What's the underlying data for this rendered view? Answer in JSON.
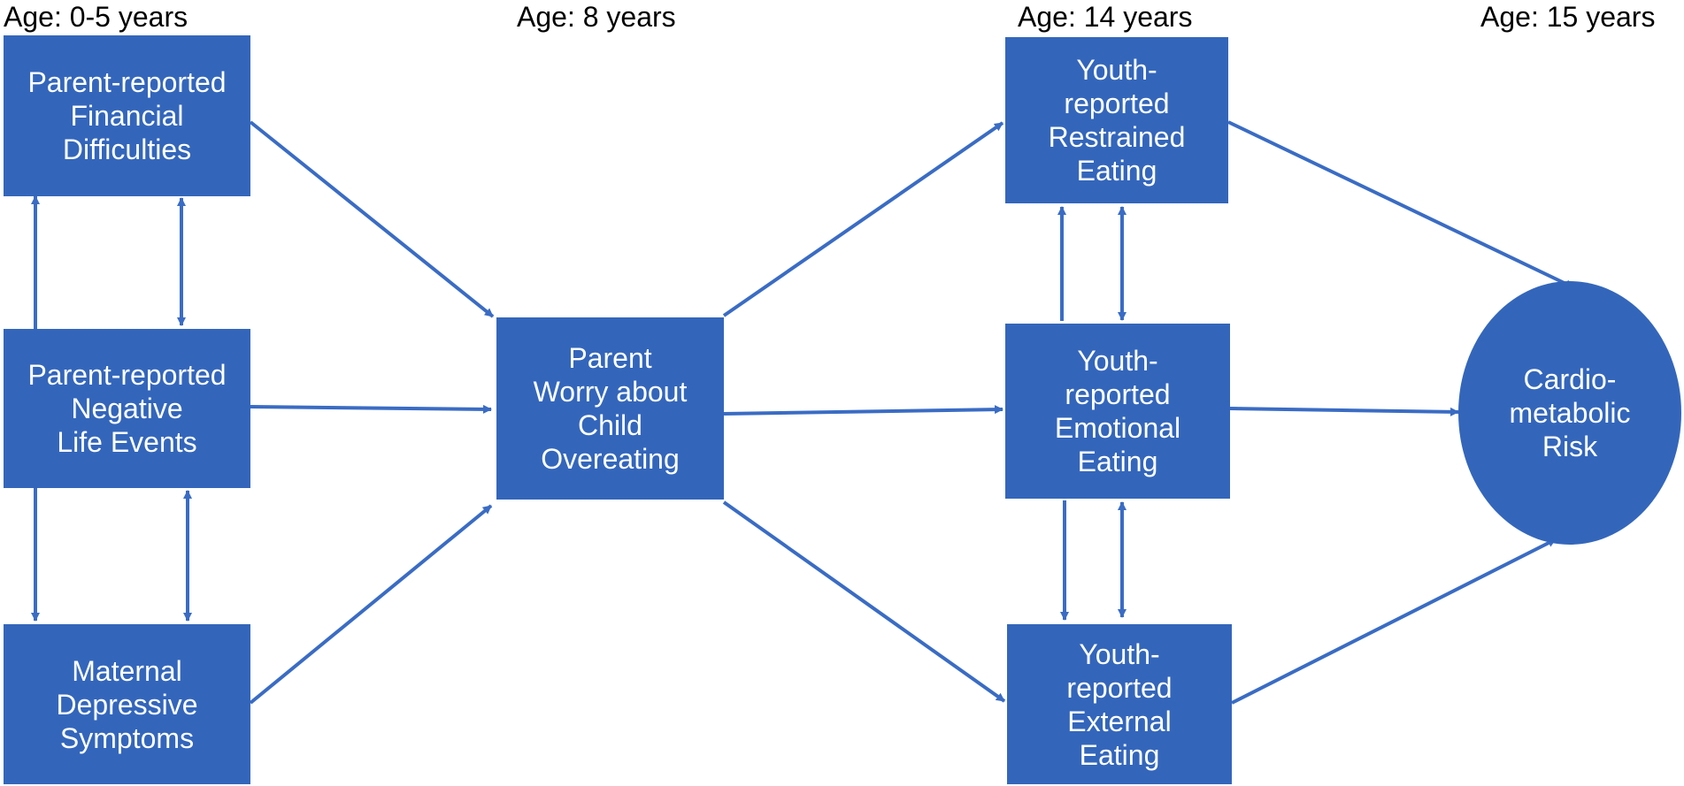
{
  "ages": {
    "a0": "Age: 0-5 years",
    "a8": "Age: 8 years",
    "a14": "Age: 14 years",
    "a15": "Age: 15 years"
  },
  "nodes": {
    "financial": [
      "Parent-reported",
      "Financial",
      "Difficulties"
    ],
    "life_events": [
      "Parent-reported",
      "Negative",
      "Life Events"
    ],
    "maternal": [
      "Maternal",
      "Depressive",
      "Symptoms"
    ],
    "worry": [
      "Parent",
      "Worry about",
      "Child",
      "Overeating"
    ],
    "restrained": [
      "Youth-",
      "reported",
      "Restrained",
      "Eating"
    ],
    "emotional": [
      "Youth-",
      "reported",
      "Emotional",
      "Eating"
    ],
    "external": [
      "Youth-",
      "reported",
      "External",
      "Eating"
    ],
    "risk": [
      "Cardio-",
      "metabolic",
      "Risk"
    ]
  },
  "colors": {
    "node_fill": "#3366bb",
    "arrow": "#3a6cc4",
    "node_text": "#ffffff"
  }
}
